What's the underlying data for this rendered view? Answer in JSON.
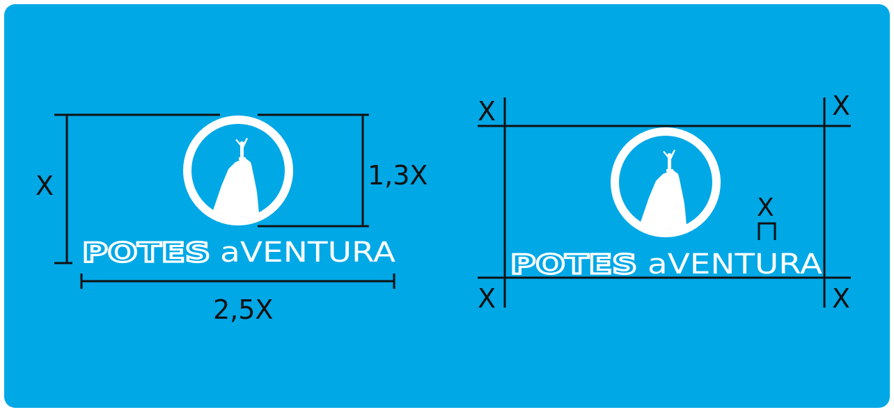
{
  "colors": {
    "background": "#00a8e6",
    "line": "#111111",
    "logo": "#ffffff"
  },
  "logo": {
    "name_part1": "POTES",
    "name_part2": "aVENTURA"
  },
  "left_diagram": {
    "height_label": "X",
    "emblem_label": "1,3X",
    "width_label": "2,5X"
  },
  "right_diagram": {
    "corner_labels": [
      "X",
      "X",
      "X",
      "X"
    ],
    "spacing_label": "X"
  }
}
